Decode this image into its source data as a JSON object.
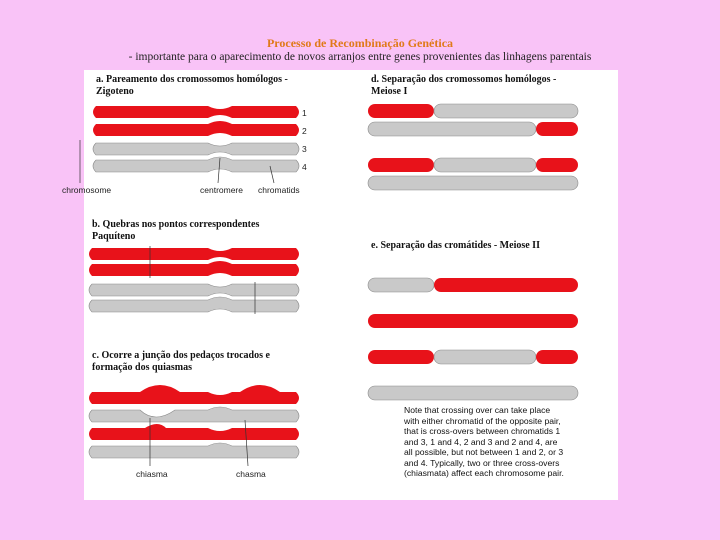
{
  "title": "Processo de Recombinação Genética",
  "subtitle": "- importante para o aparecimento de novos arranjos entre genes provenientes das linhagens parentais",
  "sections": {
    "a": {
      "line1": "a. Pareamento dos cromossomos homólogos -",
      "line2": "Zigoteno"
    },
    "b": {
      "line1": "b. Quebras nos pontos correspondentes",
      "line2": "Paquíteno"
    },
    "c": {
      "line1": "c. Ocorre a junção dos pedaços trocados e",
      "line2": "formação dos quiasmas"
    },
    "d": {
      "line1": "d. Separação dos cromossomos homólogos -",
      "line2": "Meiose I"
    },
    "e": {
      "line1": "e. Separação das cromátides - Meiose II"
    }
  },
  "labels": {
    "n1": "1",
    "n2": "2",
    "n3": "3",
    "n4": "4",
    "chromosome": "chromosome",
    "centromere": "centromere",
    "chromatids": "chromatids",
    "chiasma": "chiasma",
    "chasma": "chasma"
  },
  "note": "Note that crossing over can take place with either chromatid of the opposite pair, that is cross-overs between chromatids 1 and 3, 1 and 4, 2 and 3 and 2 and 4, are all possible, but not between 1 and 2, or 3 and 4. Typically, two or three cross-overs (chiasmata) affect each chromosome pair.",
  "colors": {
    "red": "#e8121a",
    "gray": "#c9c9c9",
    "background": "#f9c3f7",
    "title": "#e07a1a"
  }
}
